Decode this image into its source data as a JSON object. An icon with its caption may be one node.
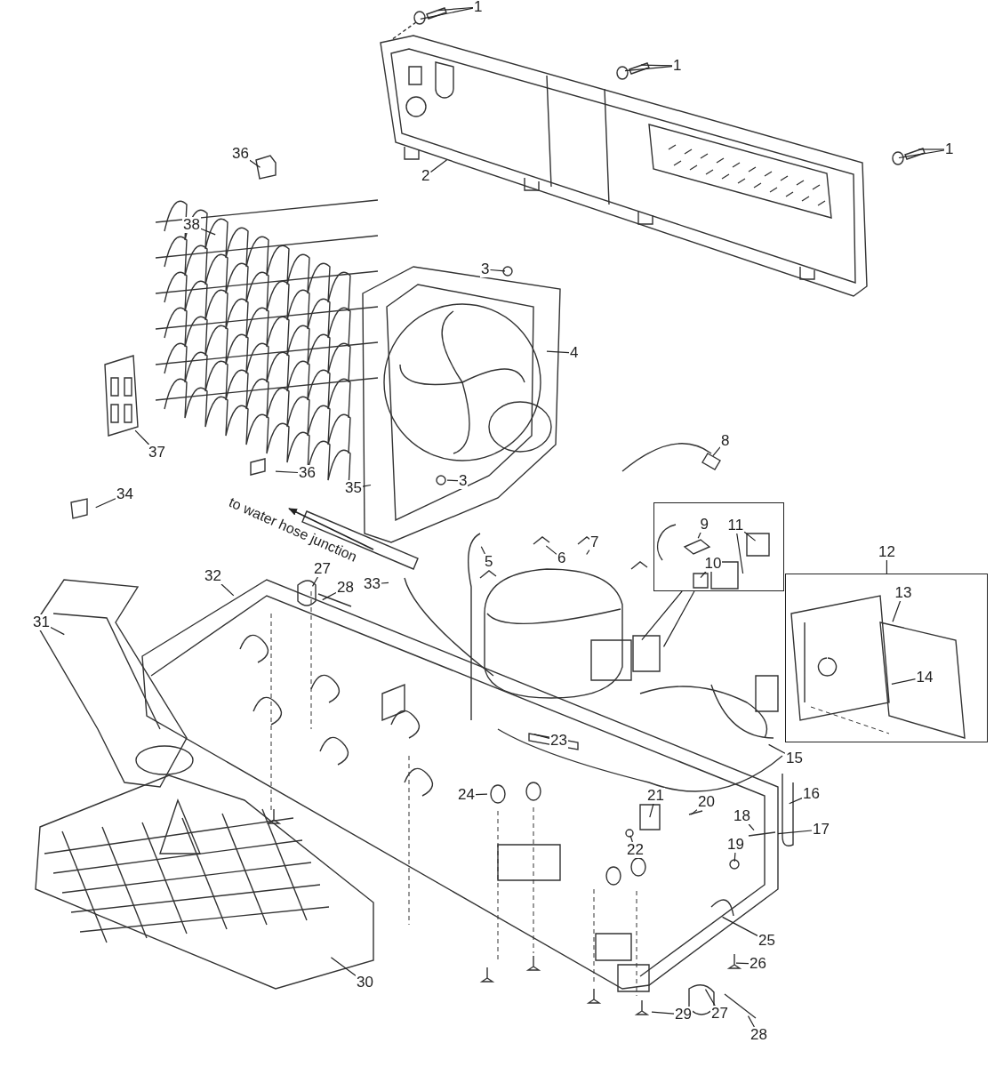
{
  "diagram": {
    "nodes": [
      {
        "text": [
          "1"
        ]
      },
      {
        "text": [
          "1"
        ]
      },
      {
        "text": [
          "1"
        ]
      },
      {
        "text": [
          "2"
        ]
      },
      {
        "text": [
          "36"
        ]
      },
      {
        "text": [
          "38"
        ]
      },
      {
        "text": [
          "3"
        ]
      },
      {
        "text": [
          "4"
        ]
      },
      {
        "text": [
          "37"
        ]
      },
      {
        "text": [
          "36"
        ]
      },
      {
        "text": [
          "3"
        ]
      },
      {
        "text": [
          "35"
        ]
      },
      {
        "text": [
          "8"
        ]
      },
      {
        "text": [
          "34"
        ]
      },
      {
        "text": [],
        "shape": "box"
      },
      {
        "text": [
          "9"
        ],
        "in": 14
      },
      {
        "text": [
          "11"
        ],
        "in": 14
      },
      {
        "text": [
          "10"
        ],
        "in": 14
      },
      {
        "text": [
          "7"
        ]
      },
      {
        "text": [
          "6"
        ]
      },
      {
        "text": [
          "5"
        ]
      },
      {
        "text": [
          "12"
        ]
      },
      {
        "text": [],
        "shape": "box"
      },
      {
        "text": [
          "13"
        ],
        "in": 22
      },
      {
        "text": [
          "14"
        ],
        "in": 22
      },
      {
        "text": [
          "33"
        ]
      },
      {
        "text": [
          "27"
        ]
      },
      {
        "text": [
          "32"
        ]
      },
      {
        "text": [
          "28"
        ]
      },
      {
        "text": [
          "31"
        ]
      },
      {
        "text": [
          "23"
        ]
      },
      {
        "text": [
          "15"
        ]
      },
      {
        "text": [
          "16"
        ]
      },
      {
        "text": [
          "24"
        ]
      },
      {
        "text": [
          "21"
        ]
      },
      {
        "text": [
          "20"
        ]
      },
      {
        "text": [
          "17"
        ]
      },
      {
        "text": [
          "18"
        ]
      },
      {
        "text": [
          "22"
        ]
      },
      {
        "text": [
          "19"
        ]
      },
      {
        "text": [
          "25"
        ]
      },
      {
        "text": [
          "26"
        ]
      },
      {
        "text": [
          "30"
        ]
      },
      {
        "text": [
          "29"
        ]
      },
      {
        "text": [
          "27"
        ]
      },
      {
        "text": [
          "28"
        ]
      }
    ],
    "edges": [
      {
        "from": 0,
        "to": null,
        "arrow": "none"
      },
      {
        "from": 0,
        "to": null,
        "arrow": "none"
      },
      {
        "from": 1,
        "to": null,
        "arrow": "none"
      },
      {
        "from": 1,
        "to": null,
        "arrow": "none"
      },
      {
        "from": 2,
        "to": null,
        "arrow": "none"
      },
      {
        "from": 2,
        "to": null,
        "arrow": "none"
      },
      {
        "from": 3,
        "to": null,
        "arrow": "none"
      },
      {
        "from": 4,
        "to": null,
        "arrow": "none"
      },
      {
        "from": 5,
        "to": null,
        "arrow": "none"
      },
      {
        "from": 6,
        "to": null,
        "arrow": "none"
      },
      {
        "from": 7,
        "to": null,
        "arrow": "none"
      },
      {
        "from": 8,
        "to": null,
        "arrow": "none"
      },
      {
        "from": 9,
        "to": null,
        "arrow": "none"
      },
      {
        "from": 10,
        "to": null,
        "arrow": "none"
      },
      {
        "from": 11,
        "to": null,
        "arrow": "none"
      },
      {
        "from": 12,
        "to": null,
        "arrow": "none"
      },
      {
        "from": 13,
        "to": null,
        "arrow": "none"
      },
      {
        "from": 14,
        "to": null,
        "arrow": "none"
      },
      {
        "from": 14,
        "to": null,
        "arrow": "none"
      },
      {
        "from": 15,
        "to": null,
        "arrow": "none"
      },
      {
        "from": 16,
        "to": null,
        "arrow": "none"
      },
      {
        "from": 16,
        "to": null,
        "arrow": "none"
      },
      {
        "from": 17,
        "to": null,
        "arrow": "none"
      },
      {
        "from": 18,
        "to": null,
        "arrow": "none"
      },
      {
        "from": 19,
        "to": null,
        "arrow": "none"
      },
      {
        "from": 20,
        "to": null,
        "arrow": "none"
      },
      {
        "from": 21,
        "to": 22,
        "arrow": "none"
      },
      {
        "from": 23,
        "to": null,
        "arrow": "none"
      },
      {
        "from": 24,
        "to": null,
        "arrow": "none"
      },
      {
        "from": 25,
        "to": null,
        "arrow": "none"
      },
      {
        "from": 26,
        "to": null,
        "arrow": "none"
      },
      {
        "from": 27,
        "to": null,
        "arrow": "none"
      },
      {
        "from": 28,
        "to": null,
        "arrow": "none"
      },
      {
        "from": 29,
        "to": null,
        "arrow": "none"
      },
      {
        "from": 30,
        "to": null,
        "arrow": "none"
      },
      {
        "from": 31,
        "to": null,
        "arrow": "none"
      },
      {
        "from": 32,
        "to": null,
        "arrow": "none"
      },
      {
        "from": 33,
        "to": null,
        "arrow": "none"
      },
      {
        "from": 34,
        "to": null,
        "arrow": "none"
      },
      {
        "from": 35,
        "to": null,
        "arrow": "none"
      },
      {
        "from": 36,
        "to": null,
        "arrow": "none"
      },
      {
        "from": 37,
        "to": null,
        "arrow": "none"
      },
      {
        "from": 38,
        "to": null,
        "arrow": "none"
      },
      {
        "from": 39,
        "to": null,
        "arrow": "none"
      },
      {
        "from": 40,
        "to": null,
        "arrow": "none"
      },
      {
        "from": 41,
        "to": null,
        "arrow": "none"
      },
      {
        "from": 42,
        "to": null,
        "arrow": "none"
      },
      {
        "from": 43,
        "to": null,
        "arrow": "none"
      },
      {
        "from": 44,
        "to": null,
        "arrow": "none"
      },
      {
        "from": 45,
        "to": null,
        "arrow": "none"
      }
    ],
    "labels": [
      "to water hose junction"
    ]
  }
}
